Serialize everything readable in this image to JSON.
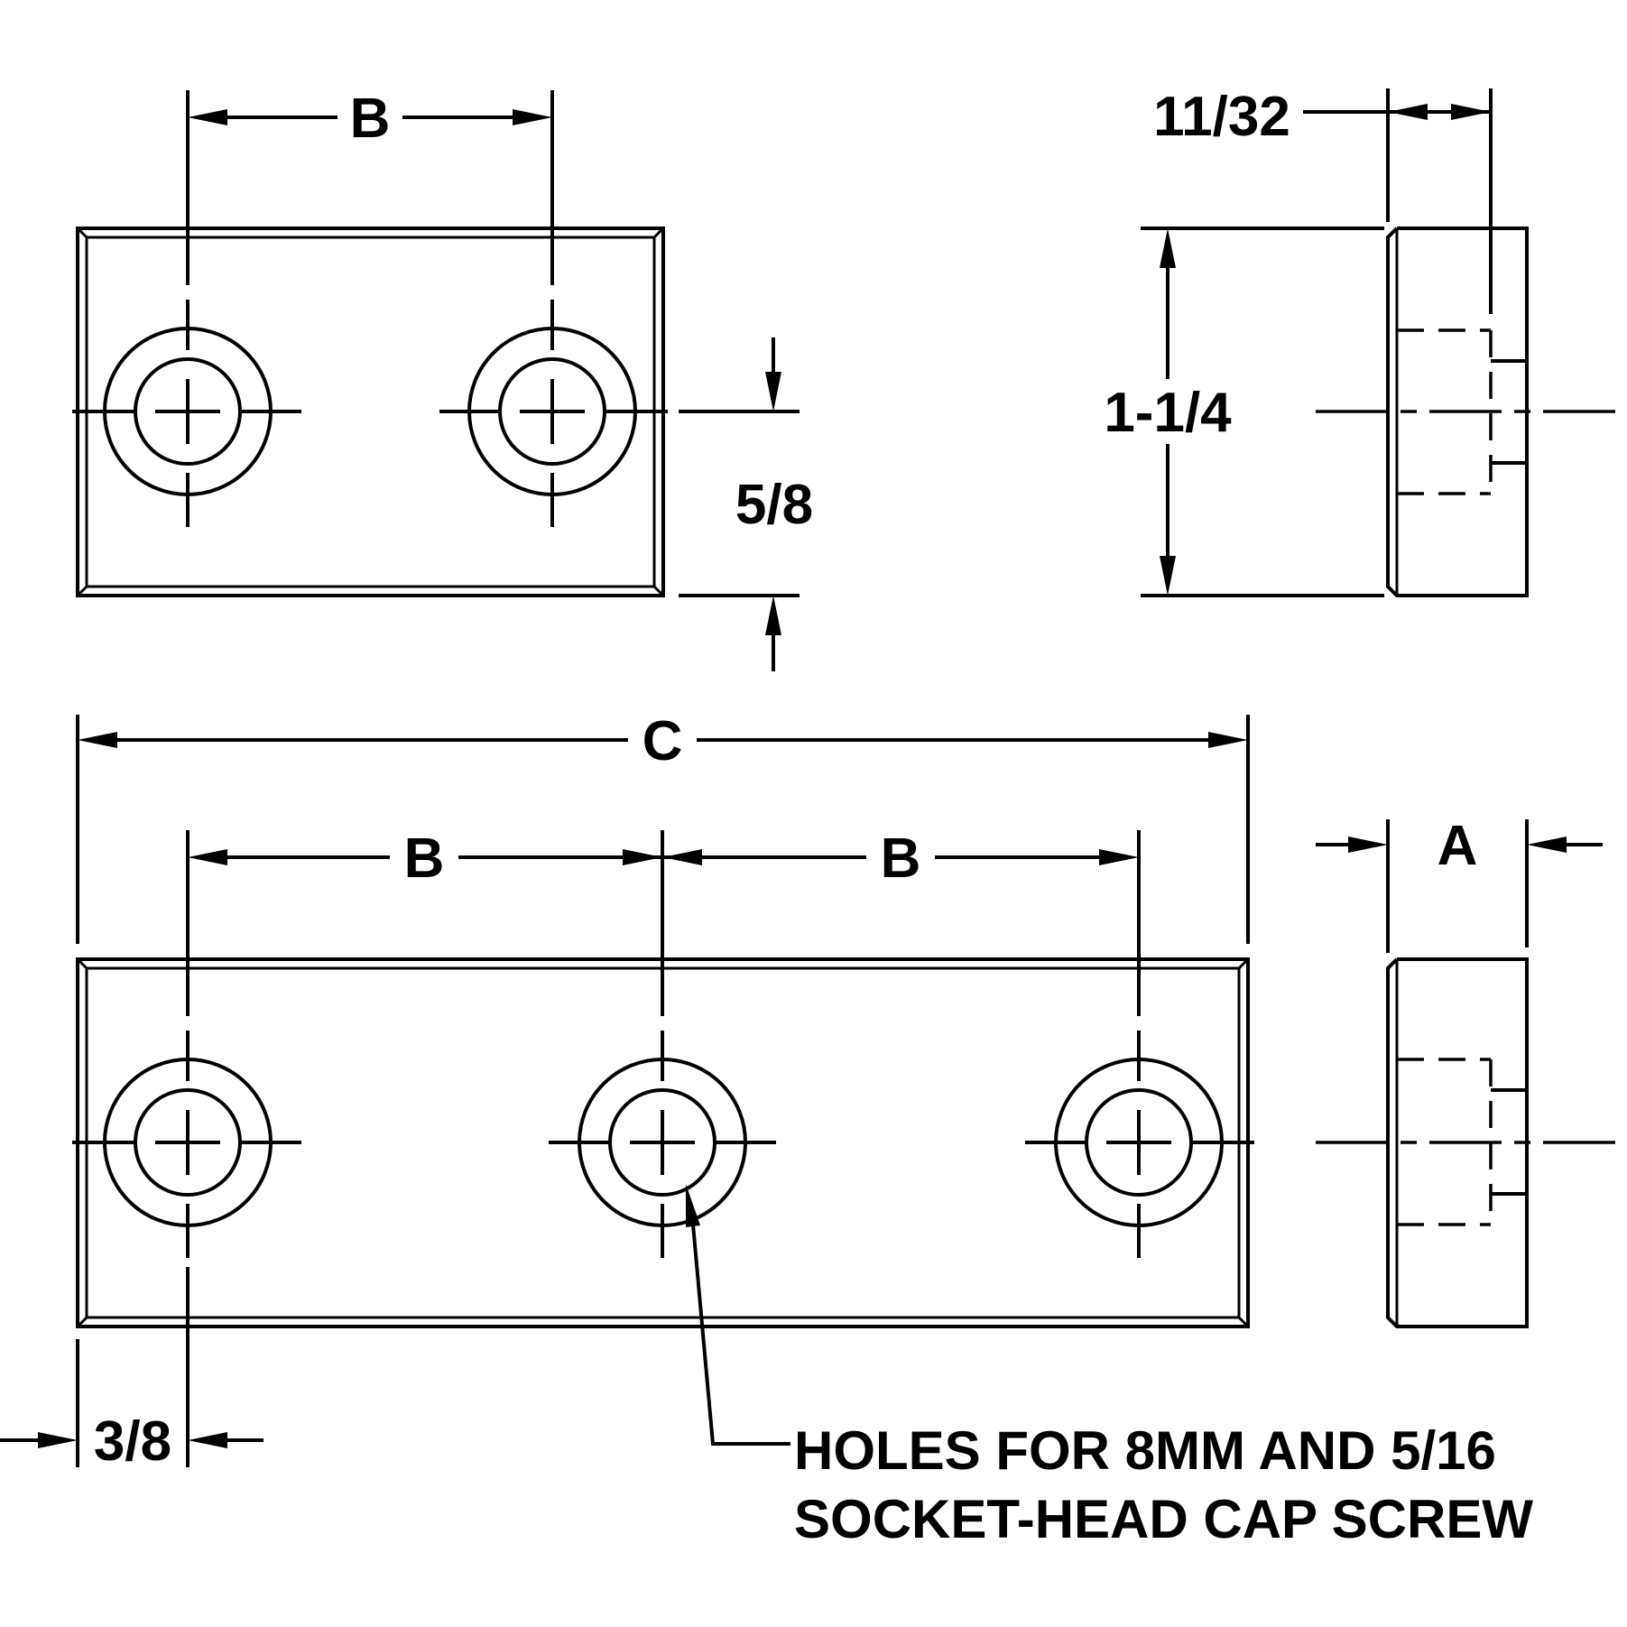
{
  "labels": {
    "dim_b": "B",
    "dim_c": "C",
    "dim_a": "A",
    "dim_11_32": "11/32",
    "dim_1_1_4": "1-1/4",
    "dim_5_8": "5/8",
    "dim_3_8": "3/8"
  },
  "note": {
    "line1": "HOLES FOR 8MM AND 5/16",
    "line2": "SOCKET-HEAD CAP SCREW"
  }
}
